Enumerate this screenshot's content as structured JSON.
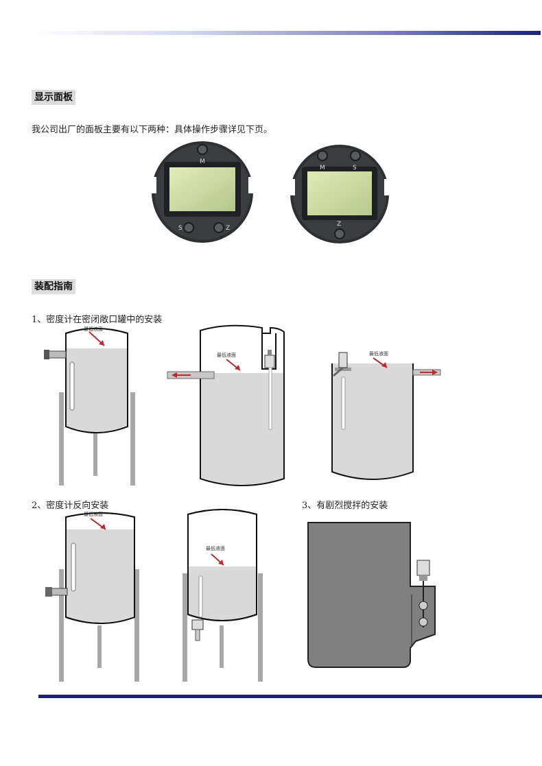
{
  "sections": {
    "display_panel": {
      "title": "显示面板",
      "intro": "我公司出厂的面板主要有以下两种：具体操作步骤详见下页。"
    },
    "assembly": {
      "title": "装配指南",
      "item1": "1、密度计在密闭敞口罐中的安装",
      "item2": "2、密度计反向安装",
      "item3": "3、有剧烈搅拌的安装"
    }
  },
  "panels": {
    "panel1": {
      "keys": [
        "M",
        "S",
        "Z"
      ]
    },
    "panel2": {
      "keys": [
        "M",
        "S",
        "Z"
      ]
    }
  },
  "diagram_labels": {
    "min_level": "最低液面"
  },
  "colors": {
    "accent_rule": "#1c1f80",
    "liquid": "#d9d9d9",
    "tank_dark": "#808080",
    "arrow": "#c0282a"
  }
}
